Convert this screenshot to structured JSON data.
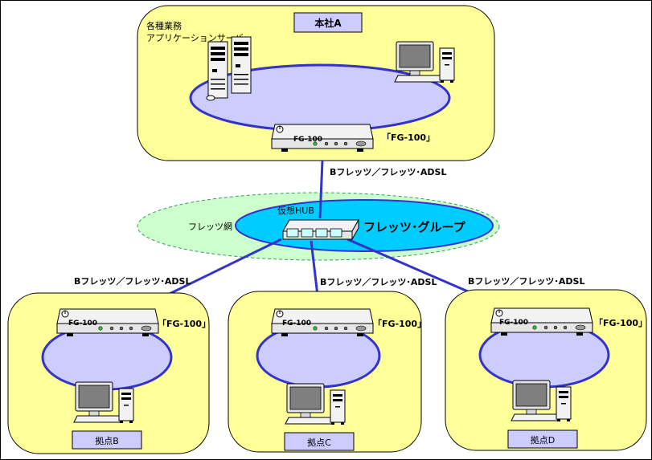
{
  "hq": {
    "label": "本社A",
    "servers_caption_line1": "各種業務",
    "servers_caption_line2": "アプリケーションサーバ",
    "router_label": "「FG-100」"
  },
  "device_model": "FG-100",
  "network": {
    "flets_net_label": "フレッツ網",
    "virtual_hub_label": "仮想HUB",
    "flets_group_label": "フレッツ･グループ"
  },
  "links": {
    "hq": "Bフレッツ／フレッツ･ADSL",
    "b": "Bフレッツ／フレッツ･ADSL",
    "c": "Bフレッツ／フレッツ･ADSL",
    "d": "Bフレッツ／フレッツ･ADSL"
  },
  "sites": [
    {
      "label": "拠点B",
      "router_label": "「FG-100」"
    },
    {
      "label": "拠点C",
      "router_label": "「FG-100」"
    },
    {
      "label": "拠点D",
      "router_label": "「FG-100」"
    }
  ],
  "colors": {
    "site_fill": "#ffff99",
    "lan_fill": "#ccccff",
    "lan_stroke": "#3333cc",
    "link": "#3333cc",
    "flets_cloud": "#ccffcc",
    "flets_group": "#00ccff",
    "label_box": "#ccccff"
  }
}
